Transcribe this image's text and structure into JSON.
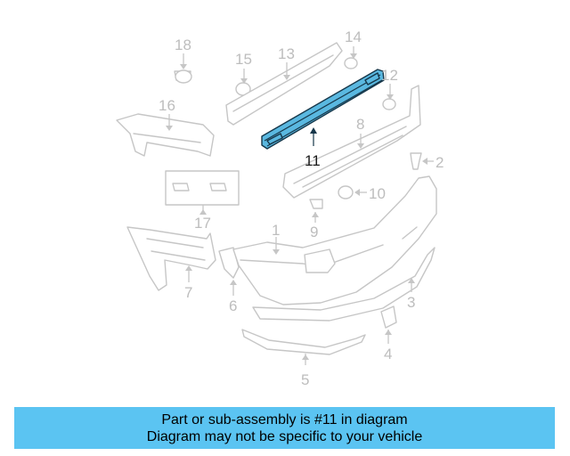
{
  "diagram": {
    "highlighted_part": "11",
    "callouts": [
      {
        "id": "p1",
        "label": "1"
      },
      {
        "id": "p2",
        "label": "2"
      },
      {
        "id": "p3",
        "label": "3"
      },
      {
        "id": "p4",
        "label": "4"
      },
      {
        "id": "p5",
        "label": "5"
      },
      {
        "id": "p6",
        "label": "6"
      },
      {
        "id": "p7",
        "label": "7"
      },
      {
        "id": "p8",
        "label": "8"
      },
      {
        "id": "p9",
        "label": "9"
      },
      {
        "id": "p10",
        "label": "10"
      },
      {
        "id": "p11",
        "label": "11"
      },
      {
        "id": "p12",
        "label": "12"
      },
      {
        "id": "p13",
        "label": "13"
      },
      {
        "id": "p14",
        "label": "14"
      },
      {
        "id": "p15",
        "label": "15"
      },
      {
        "id": "p16",
        "label": "16"
      },
      {
        "id": "p17",
        "label": "17"
      },
      {
        "id": "p18",
        "label": "18"
      }
    ],
    "colors": {
      "highlight_fill": "#5ab8e0",
      "banner_bg": "#5bc4f2",
      "part_stroke": "#c6c6c6"
    }
  },
  "banner": {
    "line1": "Part or sub-assembly is #11 in diagram",
    "line2": "Diagram may not be specific to your vehicle"
  }
}
